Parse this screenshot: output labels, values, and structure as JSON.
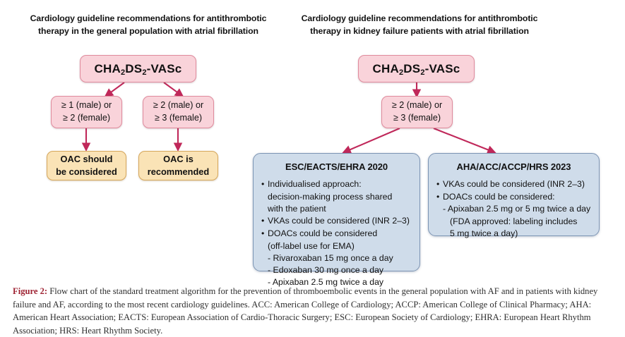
{
  "figure": {
    "columns": [
      {
        "id": "general-population",
        "title": "Cardiology guideline recommendations for antithrombotic therapy in the general population with atrial fibrillation",
        "score_label": "CHA",
        "score_sub1": "2",
        "score_mid": "DS",
        "score_sub2": "2",
        "score_tail": "-VASc"
      },
      {
        "id": "kidney-failure",
        "title": "Cardiology guideline recommendations for antithrombotic therapy in kidney failure patients with atrial fibrillation",
        "score_label": "CHA",
        "score_sub1": "2",
        "score_mid": "DS",
        "score_sub2": "2",
        "score_tail": "-VASc"
      }
    ],
    "criteria": {
      "left_low_line1": "≥ 1 (male) or",
      "left_low_line2": "≥ 2 (female)",
      "left_high_line1": "≥ 2 (male) or",
      "left_high_line2": "≥ 3 (female)",
      "right_line1": "≥ 2 (male) or",
      "right_line2": "≥ 3 (female)"
    },
    "outcomes": {
      "considered_line1": "OAC should",
      "considered_line2": "be considered",
      "recommended_line1": "OAC is",
      "recommended_line2": "recommended"
    },
    "panels": [
      {
        "id": "esc-eacts-ehra",
        "heading": "ESC/EACTS/EHRA 2020",
        "lines": [
          {
            "type": "bullet",
            "text": "Individualised approach:"
          },
          {
            "type": "cont",
            "text": "decision-making process shared"
          },
          {
            "type": "cont",
            "text": "with the patient"
          },
          {
            "type": "bullet",
            "text": "VKAs could be considered (INR 2–3)"
          },
          {
            "type": "bullet",
            "text": "DOACs could be considered"
          },
          {
            "type": "cont",
            "text": "(off-label use for EMA)"
          },
          {
            "type": "dash",
            "text": "- Rivaroxaban 15 mg once a day"
          },
          {
            "type": "dash",
            "text": "- Edoxaban 30 mg once a day"
          },
          {
            "type": "dash",
            "text": "- Apixaban 2.5 mg twice a day"
          }
        ]
      },
      {
        "id": "aha-acc-accp-hrs",
        "heading": "AHA/ACC/ACCP/HRS 2023",
        "lines": [
          {
            "type": "bullet",
            "text": "VKAs could be considered (INR 2–3)"
          },
          {
            "type": "bullet",
            "text": "DOACs could be considered:"
          },
          {
            "type": "dash",
            "text": "- Apixaban 2.5 mg or 5 mg twice a day"
          },
          {
            "type": "deep",
            "text": "(FDA approved: labeling includes"
          },
          {
            "type": "deep",
            "text": "5 mg twice a day)"
          }
        ]
      }
    ],
    "colors": {
      "pink_fill": "#f9d3da",
      "pink_border": "#e08b9d",
      "orange_fill": "#fae3b6",
      "orange_border": "#d6a75c",
      "blue_fill": "#cfdcea",
      "blue_border": "#7d95b4",
      "arrow": "#c0285a",
      "caption_label": "#9e2232"
    }
  },
  "caption": {
    "label": "Figure 2:",
    "text": " Flow chart of the standard treatment algorithm for the prevention of thromboembolic events in the general population with AF and in patients with kidney failure and AF, according to the most recent cardiology guidelines. ACC: American College of Cardiology; ACCP: American College of Clinical Pharmacy; AHA: American Heart Association; EACTS: European Association of Cardio-Thoracic Surgery; ESC: European Society of Cardiology; EHRA: European Heart Rhythm Association; HRS: Heart Rhythm Society."
  }
}
